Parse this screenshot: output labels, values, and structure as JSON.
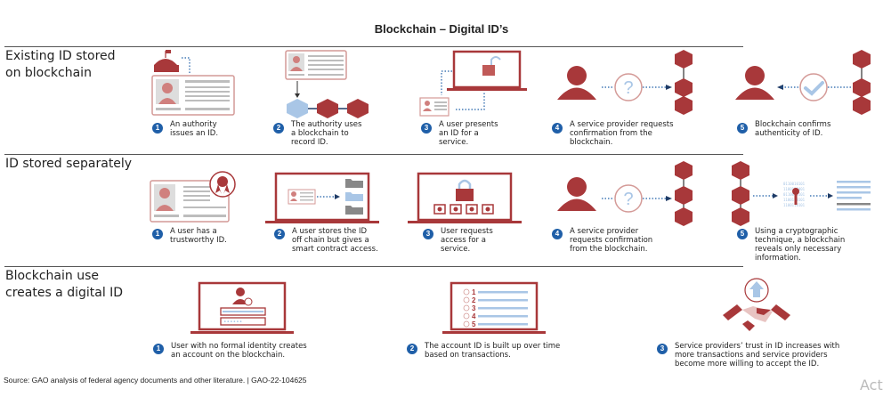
{
  "title": "Blockchain – Digital ID’s",
  "colors": {
    "red": "#a8383a",
    "pink": "#d49a97",
    "blue": "#1f5fa8",
    "lightblue": "#a9c6e6",
    "gray": "#bdbdbd"
  },
  "sections": [
    {
      "label_lines": [
        "Existing ID stored",
        "on blockchain"
      ],
      "steps": [
        {
          "num": "1",
          "icon": "authority-id-card-icon",
          "lines": [
            "An authority",
            "issues an ID."
          ]
        },
        {
          "num": "2",
          "icon": "id-to-blockchain-icon",
          "lines": [
            "The authority uses",
            "a blockchain to",
            "record ID."
          ]
        },
        {
          "num": "3",
          "icon": "present-id-laptop-icon",
          "lines": [
            "A user presents",
            "an ID for a",
            "service."
          ]
        },
        {
          "num": "4",
          "icon": "request-confirmation-icon",
          "lines": [
            "A service provider requests",
            "confirmation from the",
            "blockchain."
          ]
        },
        {
          "num": "5",
          "icon": "confirm-authenticity-icon",
          "lines": [
            "Blockchain confirms",
            "authenticity of ID."
          ]
        }
      ]
    },
    {
      "label_lines": [
        "ID stored separately"
      ],
      "steps": [
        {
          "num": "1",
          "icon": "trustworthy-id-icon",
          "lines": [
            "A user has a",
            "trustworthy ID."
          ]
        },
        {
          "num": "2",
          "icon": "off-chain-storage-icon",
          "lines": [
            "A user stores the ID",
            "off chain but gives a",
            "smart contract access."
          ]
        },
        {
          "num": "3",
          "icon": "access-request-laptop-icon",
          "lines": [
            "User requests",
            "access for a",
            "service."
          ]
        },
        {
          "num": "4",
          "icon": "request-confirmation-icon",
          "lines": [
            "A service provider",
            "requests confirmation",
            "from the blockchain."
          ]
        },
        {
          "num": "5",
          "icon": "cryptographic-reveal-icon",
          "lines": [
            "Using a cryptographic",
            "technique, a blockchain",
            "reveals only necessary",
            "information."
          ]
        }
      ]
    },
    {
      "label_lines": [
        "Blockchain use",
        "creates a digital ID"
      ],
      "steps": [
        {
          "num": "1",
          "icon": "create-account-laptop-icon",
          "lines": [
            "User with no formal identity creates",
            "an account on the blockchain."
          ]
        },
        {
          "num": "2",
          "icon": "transactions-laptop-icon",
          "lines": [
            "The account ID is built up over time",
            "based on transactions."
          ],
          "ledger": [
            "1",
            "2",
            "3",
            "4",
            "5"
          ]
        },
        {
          "num": "3",
          "icon": "handshake-trust-icon",
          "lines": [
            "Service providers’ trust in ID increases with",
            "more transactions and service providers",
            "become more willing to accept the ID."
          ]
        }
      ]
    }
  ],
  "source": "Source: GAO analysis of federal agency documents and other literature.  |  GAO-22-104625",
  "watermark": "Act"
}
